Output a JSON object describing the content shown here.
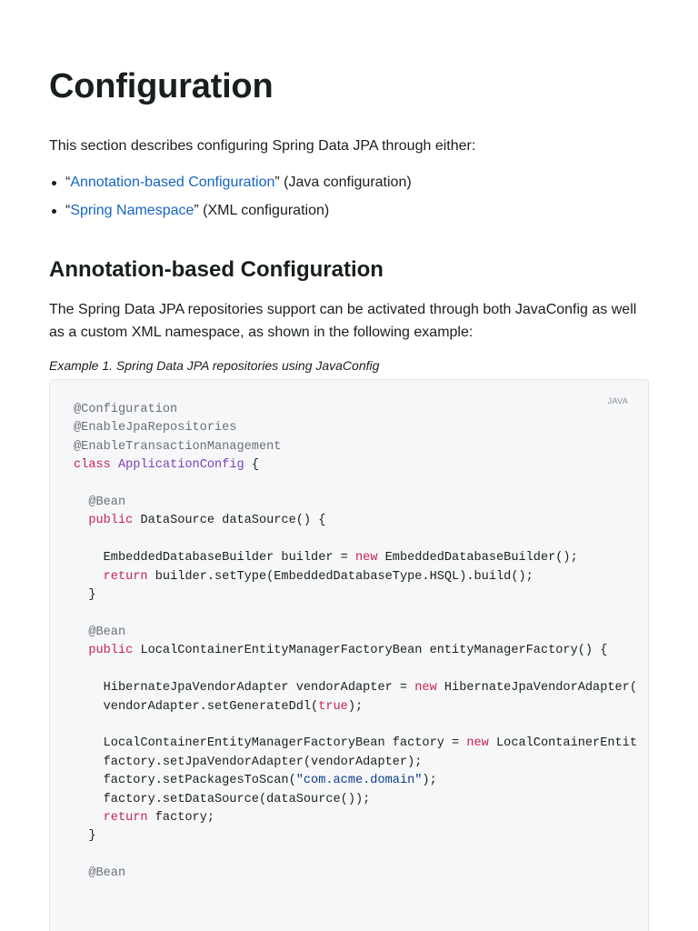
{
  "heading": "Configuration",
  "intro": "This section describes configuring Spring Data JPA through either:",
  "bullets": [
    {
      "open_quote": "“",
      "link": "Annotation-based Configuration",
      "close_quote": "”",
      "suffix": " (Java configuration)"
    },
    {
      "open_quote": "“",
      "link": "Spring Namespace",
      "close_quote": "”",
      "suffix": " (XML configuration)"
    }
  ],
  "section_heading": "Annotation-based Configuration",
  "section_paragraph": "The Spring Data JPA repositories support can be activated through both JavaConfig as well as a custom XML namespace, as shown in the following example:",
  "example_caption": "Example 1. Spring Data JPA repositories using JavaConfig",
  "code": {
    "language": "JAVA",
    "lines": [
      [
        [
          "ann",
          "@Configuration"
        ]
      ],
      [
        [
          "ann",
          "@EnableJpaRepositories"
        ]
      ],
      [
        [
          "ann",
          "@EnableTransactionManagement"
        ]
      ],
      [
        [
          "kw",
          "class"
        ],
        [
          "",
          " "
        ],
        [
          "cls",
          "ApplicationConfig"
        ],
        [
          "",
          " {"
        ]
      ],
      [],
      [
        [
          "",
          "  "
        ],
        [
          "ann",
          "@Bean"
        ]
      ],
      [
        [
          "",
          "  "
        ],
        [
          "kw",
          "public"
        ],
        [
          "",
          " DataSource dataSource() {"
        ]
      ],
      [],
      [
        [
          "",
          "    EmbeddedDatabaseBuilder builder = "
        ],
        [
          "kw",
          "new"
        ],
        [
          "",
          " EmbeddedDatabaseBuilder();"
        ]
      ],
      [
        [
          "",
          "    "
        ],
        [
          "kw",
          "return"
        ],
        [
          "",
          " builder.setType(EmbeddedDatabaseType.HSQL).build();"
        ]
      ],
      [
        [
          "",
          "  }"
        ]
      ],
      [],
      [
        [
          "",
          "  "
        ],
        [
          "ann",
          "@Bean"
        ]
      ],
      [
        [
          "",
          "  "
        ],
        [
          "kw",
          "public"
        ],
        [
          "",
          " LocalContainerEntityManagerFactoryBean entityManagerFactory() {"
        ]
      ],
      [],
      [
        [
          "",
          "    HibernateJpaVendorAdapter vendorAdapter = "
        ],
        [
          "kw",
          "new"
        ],
        [
          "",
          " HibernateJpaVendorAdapter();"
        ]
      ],
      [
        [
          "",
          "    vendorAdapter.setGenerateDdl("
        ],
        [
          "kw",
          "true"
        ],
        [
          "",
          ");"
        ]
      ],
      [],
      [
        [
          "",
          "    LocalContainerEntityManagerFactoryBean factory = "
        ],
        [
          "kw",
          "new"
        ],
        [
          "",
          " LocalContainerEntityManagerFactoryBean();"
        ]
      ],
      [
        [
          "",
          "    factory.setJpaVendorAdapter(vendorAdapter);"
        ]
      ],
      [
        [
          "",
          "    factory.setPackagesToScan("
        ],
        [
          "str",
          "\"com.acme.domain\""
        ],
        [
          "",
          ");"
        ]
      ],
      [
        [
          "",
          "    factory.setDataSource(dataSource());"
        ]
      ],
      [
        [
          "",
          "    "
        ],
        [
          "kw",
          "return"
        ],
        [
          "",
          " factory;"
        ]
      ],
      [
        [
          "",
          "  }"
        ]
      ],
      [],
      [
        [
          "",
          "  "
        ],
        [
          "ann",
          "@Bean"
        ]
      ]
    ]
  }
}
